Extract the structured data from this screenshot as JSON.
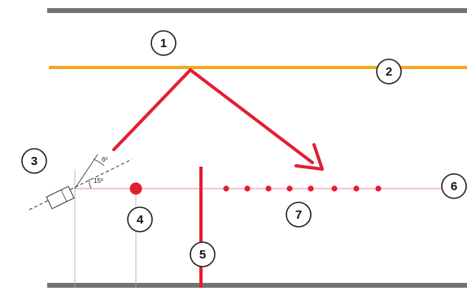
{
  "diagram": {
    "markers": [
      {
        "id": "1",
        "label": "1"
      },
      {
        "id": "2",
        "label": "2"
      },
      {
        "id": "3",
        "label": "3"
      },
      {
        "id": "4",
        "label": "4"
      },
      {
        "id": "5",
        "label": "5"
      },
      {
        "id": "6",
        "label": "6"
      },
      {
        "id": "7",
        "label": "7"
      }
    ],
    "angle_labels": {
      "upper": "6º",
      "lower": "15º"
    },
    "colors": {
      "boundary_line": "#6f7478",
      "orange_line": "#f4a81d",
      "red": "#e31e33",
      "axis": "#f0a0a8",
      "guide": "#aaaaaa"
    }
  }
}
